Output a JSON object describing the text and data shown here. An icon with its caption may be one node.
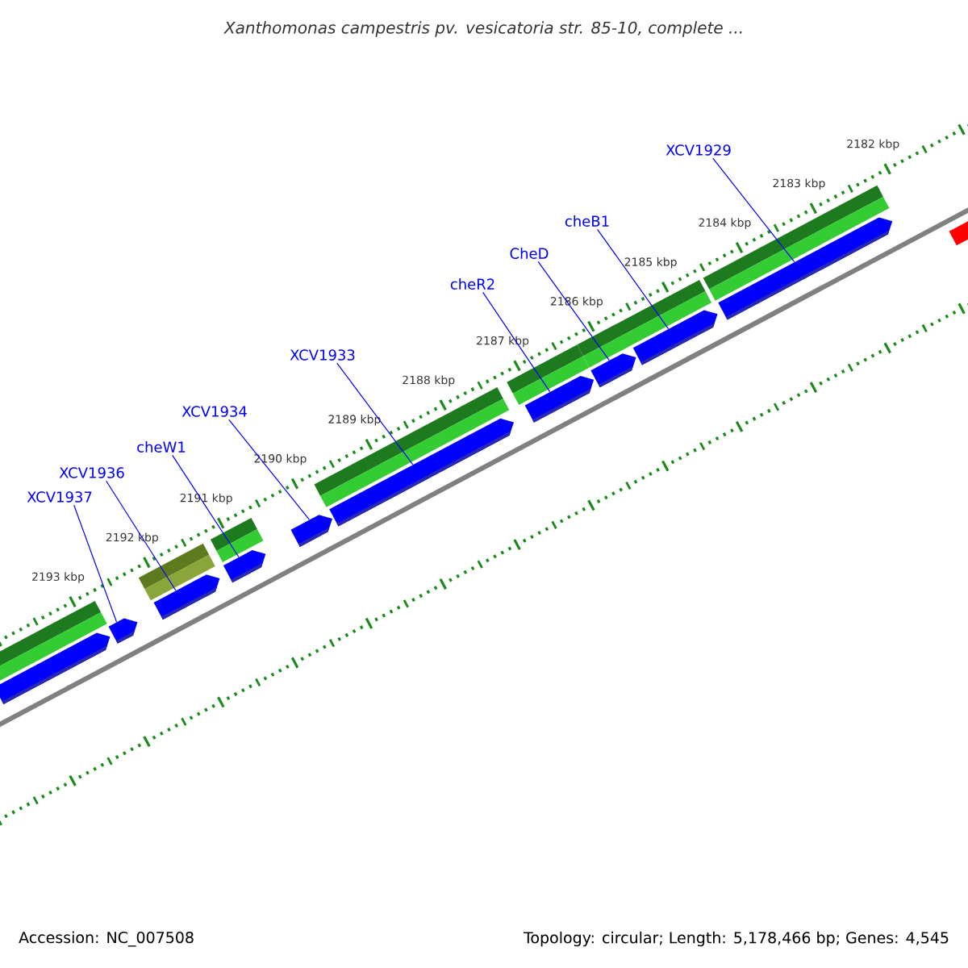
{
  "diagram": {
    "title": "Xanthomonas campestris pv. vesicatoria str. 85-10, complete ...",
    "nodes": [
      {
        "text": [
          "XCV1937"
        ]
      },
      {
        "text": [
          "XCV1936"
        ]
      },
      {
        "text": [
          "cheW1"
        ]
      },
      {
        "text": [
          "XCV1934"
        ]
      },
      {
        "text": [
          "XCV1933"
        ]
      },
      {
        "text": [
          "cheR2"
        ]
      },
      {
        "text": [
          "CheD"
        ]
      },
      {
        "text": [
          "cheB1"
        ]
      },
      {
        "text": [
          "XCV1929"
        ]
      },
      {
        "text": [],
        "shape": "bar"
      },
      {
        "text": [],
        "shape": "bar"
      },
      {
        "text": [],
        "shape": "bar"
      },
      {
        "text": [],
        "shape": "bar"
      },
      {
        "text": [],
        "shape": "bar"
      },
      {
        "text": [],
        "shape": "bar"
      },
      {
        "text": [],
        "shape": "bar"
      },
      {
        "text": [],
        "shape": "bar"
      },
      {
        "text": [],
        "shape": "bar"
      },
      {
        "text": [],
        "shape": "bar"
      }
    ],
    "edges": [
      {
        "from": 0,
        "to": 10,
        "arrow": "none"
      },
      {
        "from": 1,
        "to": 11,
        "arrow": "none"
      },
      {
        "from": 2,
        "to": 12,
        "arrow": "none"
      },
      {
        "from": 3,
        "to": 13,
        "arrow": "none"
      },
      {
        "from": 4,
        "to": 14,
        "arrow": "none"
      },
      {
        "from": 5,
        "to": 15,
        "arrow": "none"
      },
      {
        "from": 6,
        "to": 16,
        "arrow": "none"
      },
      {
        "from": 7,
        "to": 17,
        "arrow": "none"
      },
      {
        "from": 8,
        "to": 18,
        "arrow": "none"
      }
    ],
    "labels": [
      "2182 kbp",
      "2183 kbp",
      "2184 kbp",
      "2185 kbp",
      "2186 kbp",
      "2187 kbp",
      "2188 kbp",
      "2189 kbp",
      "2190 kbp",
      "2191 kbp",
      "2192 kbp",
      "2193 kbp",
      "Accession: NC_007508",
      "Topology: circular; Length: 5,178,466 bp; Genes: 4,545"
    ]
  }
}
